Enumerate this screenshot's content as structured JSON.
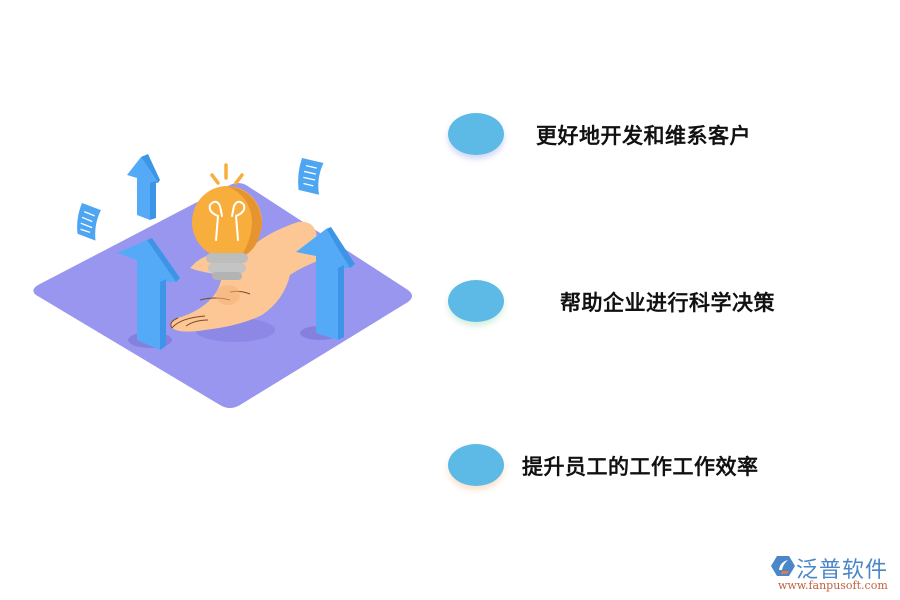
{
  "illustration": {
    "description": "Isometric purple platform with a hand holding an orange light bulb, blue upward arrows and floating documents",
    "colors": {
      "platform": "#9896ee",
      "arrow": "#55aaf7",
      "arrow_side": "#3d95e8",
      "bulb": "#f8ae3d",
      "bulb_shade": "#e69430",
      "bulb_base": "#bdbdbd",
      "hand": "#fcc795",
      "document": "#4ea6f2"
    }
  },
  "bullets": [
    {
      "label": "更好地开发和维系客户",
      "color": "#5db9e6"
    },
    {
      "label": "帮助企业进行科学决策",
      "color": "#5db9e6"
    },
    {
      "label": "提升员工的工作工作效率",
      "color": "#5db9e6"
    }
  ],
  "logo": {
    "name": "泛普软件",
    "url": "www.fanpusoft.com"
  }
}
